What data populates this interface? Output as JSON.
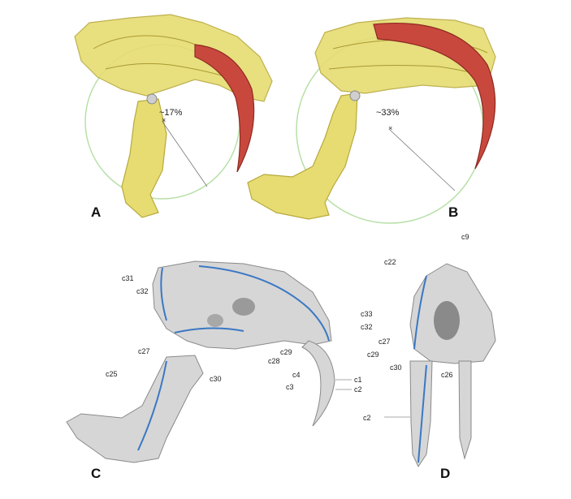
{
  "panels": {
    "A": {
      "label": "A",
      "gape_text": "~17%"
    },
    "B": {
      "label": "B",
      "gape_text": "~33%"
    },
    "C": {
      "label": "C",
      "annotations": {
        "c31": "c31",
        "c32": "c32",
        "c27": "c27",
        "c25": "c25",
        "c30": "c30",
        "c28": "c28",
        "c29": "c29",
        "c4": "c4",
        "c3": "c3",
        "c1": "c1",
        "c2": "c2"
      }
    },
    "D": {
      "label": "D",
      "annotations": {
        "c22": "c22",
        "c9": "c9",
        "c33": "c33",
        "c32": "c32",
        "c27": "c27",
        "c29": "c29",
        "c30": "c30",
        "c26": "c26",
        "c2": "c2"
      }
    }
  },
  "colors": {
    "bone_yellow": "#e6dc72",
    "bone_yellow_dark": "#b8a93c",
    "canine_red": "#c9483d",
    "arc_green": "#b8e0a8",
    "gray_bone": "#d6d6d6",
    "curve_blue": "#3a78c4"
  }
}
